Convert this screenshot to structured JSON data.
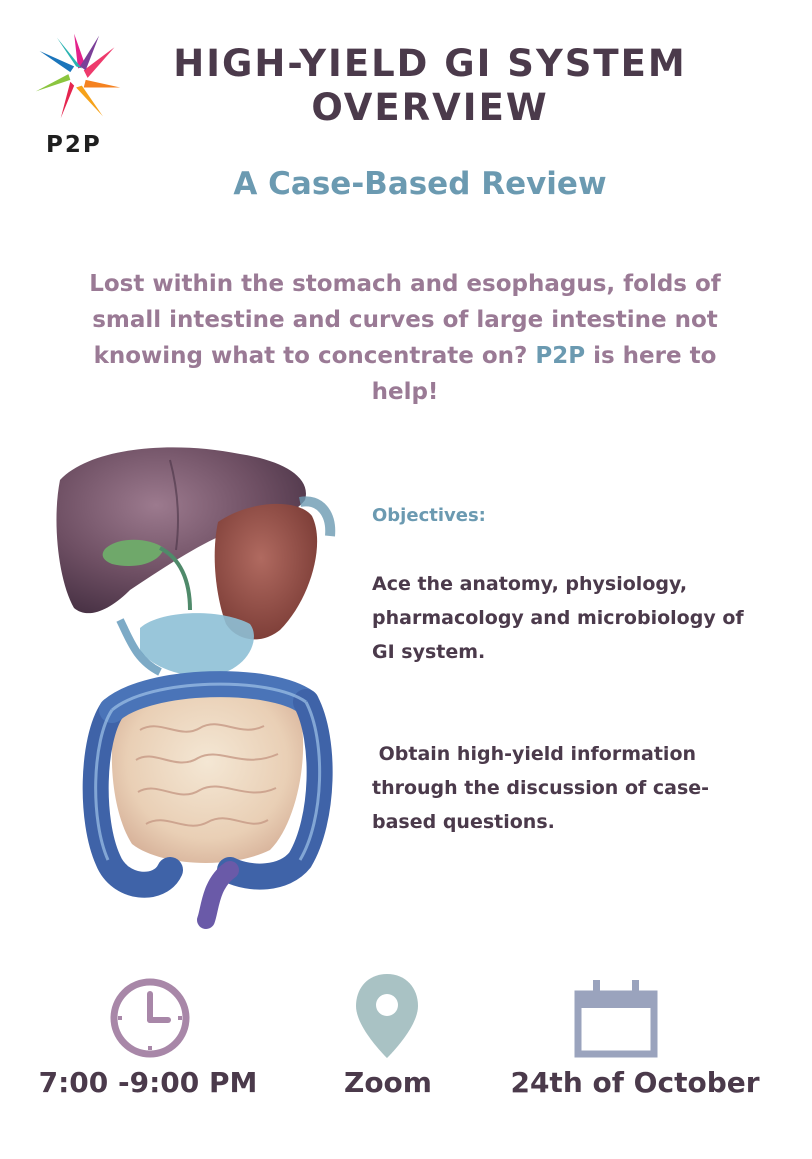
{
  "logo": {
    "text": "P2P",
    "icon": "p2p-star-logo"
  },
  "header": {
    "title_line1": "HIGH-YIELD GI SYSTEM",
    "title_line2": "OVERVIEW",
    "subtitle": "A Case-Based Review"
  },
  "intro": {
    "text_before": "Lost within the stomach and esophagus, folds of small intestine and curves of large intestine not knowing what to concentrate on? ",
    "accent": "P2P",
    "text_after": " is here to help!"
  },
  "illustration": {
    "icon": "digestive-system-illustration"
  },
  "objectives": {
    "heading": "Objectives:",
    "items": [
      "Ace the anatomy, physiology, pharmacology and microbiology of GI system.",
      " Obtain high-yield information through the discussion of case-based questions."
    ]
  },
  "details": {
    "time": {
      "icon": "clock-icon",
      "label": "7:00 -9:00 PM"
    },
    "place": {
      "icon": "location-pin-icon",
      "label": "Zoom"
    },
    "date": {
      "icon": "calendar-icon",
      "label": "24th of October"
    }
  },
  "colors": {
    "title": "#4b3a4b",
    "accent_blue": "#6b9ab1",
    "intro_mauve": "#9a7a95",
    "clock": "#a887a8",
    "pin": "#a9c2c4",
    "calendar": "#9aa3bd"
  }
}
